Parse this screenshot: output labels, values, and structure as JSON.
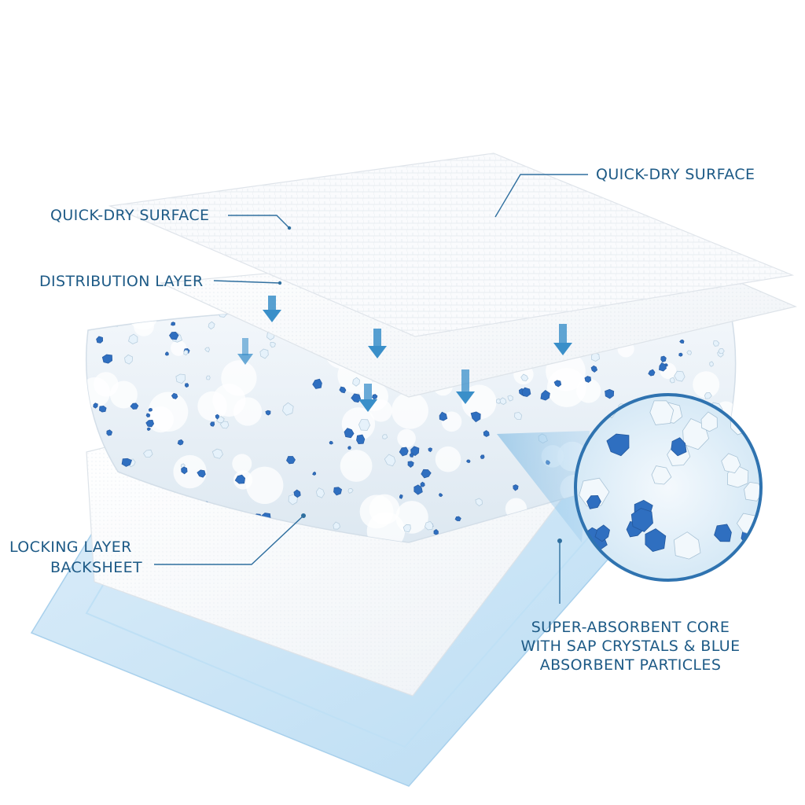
{
  "labels": {
    "quick_dry_surface_left": "QUICK-DRY SURFACE",
    "distribution_layer": "DISTRIBUTION LAYER",
    "locking_layer": "LOCKING LAYER",
    "backsheet": "BACKSHEET",
    "quick_dry_surface_right": "QUICK-DRY SURFACE",
    "core_line1": "SUPER-ABSORBENT CORE",
    "core_line2": "WITH SAP CRYSTALS & BLUE",
    "core_line3": "ABSORBENT PARTICLES"
  },
  "colors": {
    "label_text": "#1d5a86",
    "leader_line": "#2f6f9f",
    "arrow": "#3a8fc9",
    "sap_blue": "#2f6fc0",
    "clear_crystal": "#e6f2fb",
    "backsheet": "#cfe7f7",
    "sheet_white": "#f7f9fb"
  },
  "icons": {
    "flow_arrow": "down-arrow-icon",
    "magnifier": "zoom-callout-circle"
  }
}
